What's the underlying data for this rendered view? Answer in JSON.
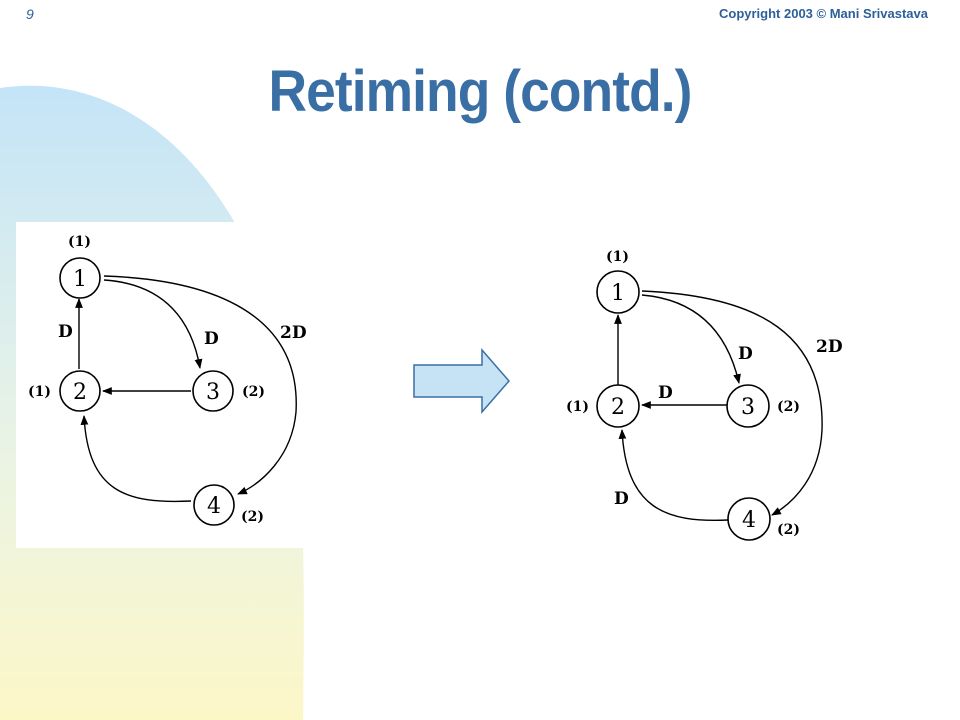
{
  "header": {
    "slide_number": "9",
    "copyright": "Copyright 2003 © Mani Srivastava"
  },
  "title": "Retiming (contd.)",
  "colors": {
    "title": "#3a6fa5",
    "background_gradient_top": "#c9e6f8",
    "background_gradient_bottom": "#fdf6c4",
    "arrow_fill": "#c6e3f5",
    "arrow_stroke": "#3a6fa5"
  },
  "diagrams": {
    "before": {
      "nodes": {
        "n1": "1",
        "n2": "2",
        "n3": "3",
        "n4": "4"
      },
      "weights": {
        "w1": "(1)",
        "w2": "(1)",
        "w3": "(2)",
        "w4": "(2)"
      },
      "delays": {
        "e21": "D",
        "e13": "D",
        "e14": "2D"
      }
    },
    "after": {
      "nodes": {
        "n1": "1",
        "n2": "2",
        "n3": "3",
        "n4": "4"
      },
      "weights": {
        "w1": "(1)",
        "w2": "(1)",
        "w3": "(2)",
        "w4": "(2)"
      },
      "delays": {
        "e13": "D",
        "e32": "D",
        "e14": "2D",
        "e42": "D"
      }
    }
  },
  "transform_arrow_icon": "right-arrow-icon"
}
